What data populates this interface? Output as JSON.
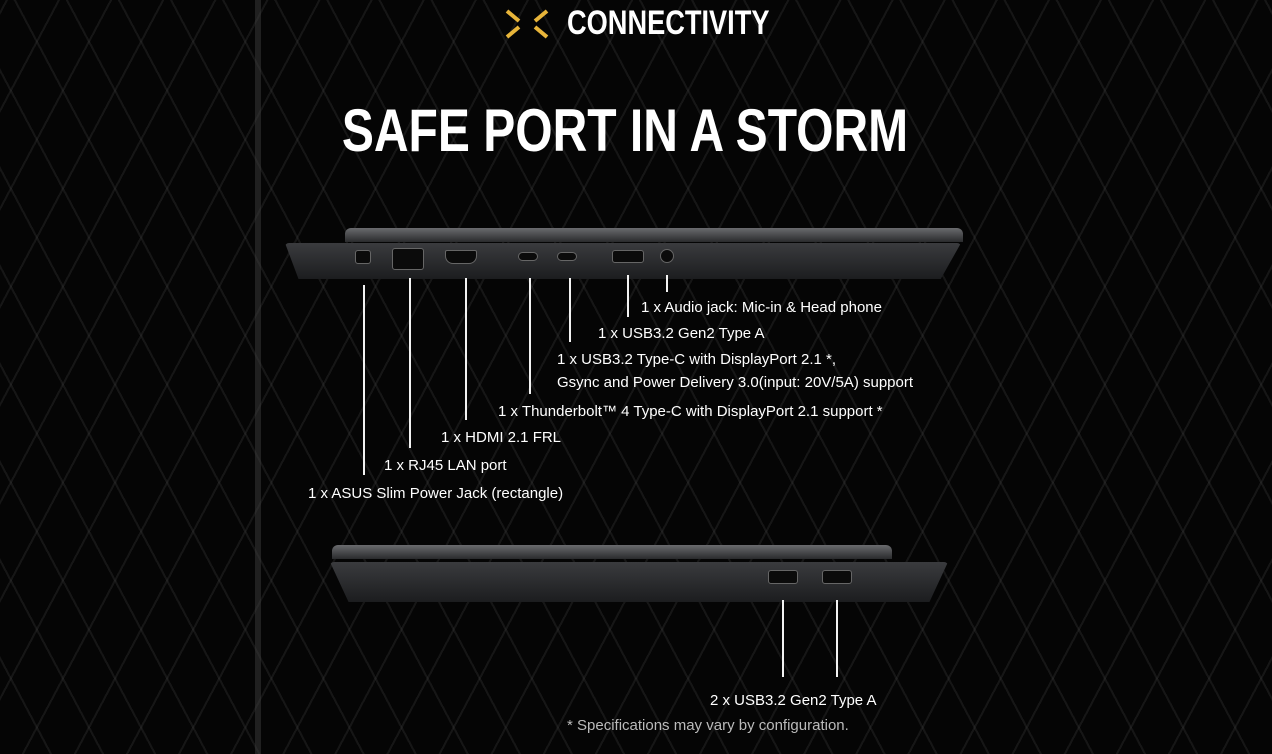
{
  "header": {
    "section": "CONNECTIVITY",
    "title": "SAFE PORT IN A STORM",
    "accent": "#e8b53a"
  },
  "left_side_ports": [
    "1 x Audio jack: Mic-in & Head phone",
    "1 x USB3.2 Gen2 Type A",
    "1 x USB3.2 Type-C with DisplayPort 2.1 *,",
    "Gsync and Power Delivery 3.0(input: 20V/5A) support",
    "1 x Thunderbolt™ 4 Type-C with DisplayPort 2.1 support *",
    "1 x HDMI 2.1 FRL",
    "1 x RJ45 LAN port",
    "1 x ASUS Slim Power Jack (rectangle)"
  ],
  "right_side_ports": [
    "2 x USB3.2 Gen2 Type A"
  ],
  "footnote": "* Specifications may vary by configuration."
}
